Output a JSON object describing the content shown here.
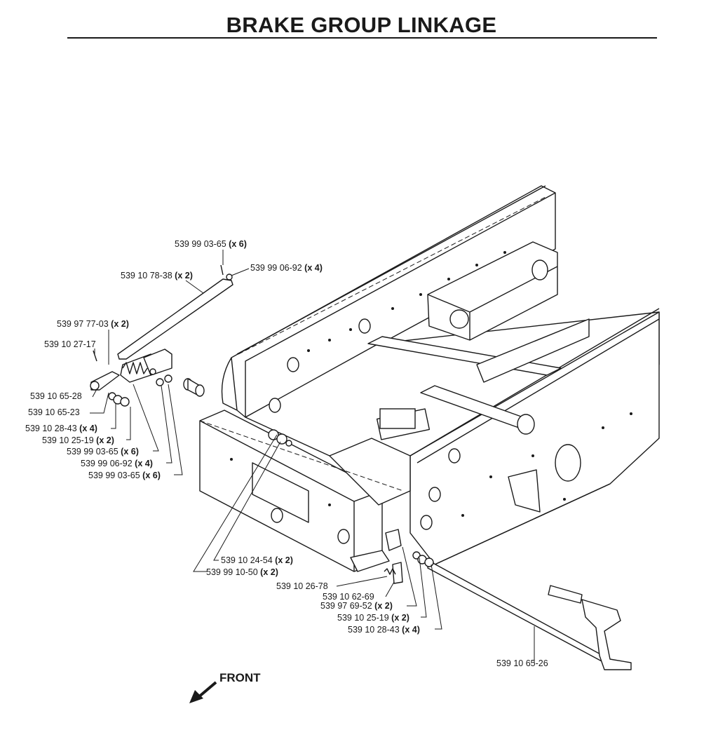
{
  "title": "BRAKE GROUP LINKAGE",
  "direction_label": "FRONT",
  "callouts": [
    {
      "id": "c1",
      "part": "539 99 03-65",
      "qty": "(x 6)"
    },
    {
      "id": "c2",
      "part": "539 99 06-92",
      "qty": "(x 4)"
    },
    {
      "id": "c3",
      "part": "539 10 78-38",
      "qty": "(x 2)"
    },
    {
      "id": "c4",
      "part": "539 97 77-03",
      "qty": "(x 2)"
    },
    {
      "id": "c5",
      "part": "539 10 27-17",
      "qty": ""
    },
    {
      "id": "c6",
      "part": "539 10 65-28",
      "qty": ""
    },
    {
      "id": "c7",
      "part": "539 10 65-23",
      "qty": ""
    },
    {
      "id": "c8",
      "part": "539 10 28-43",
      "qty": "(x 4)"
    },
    {
      "id": "c9",
      "part": "539 10 25-19",
      "qty": "(x 2)"
    },
    {
      "id": "c10",
      "part": "539 99 03-65",
      "qty": "(x 6)"
    },
    {
      "id": "c11",
      "part": "539 99 06-92",
      "qty": "(x 4)"
    },
    {
      "id": "c12",
      "part": "539 99 03-65",
      "qty": "(x 6)"
    },
    {
      "id": "c13",
      "part": "539 10 24-54",
      "qty": "(x 2)"
    },
    {
      "id": "c14",
      "part": "539 99 10-50",
      "qty": "(x 2)"
    },
    {
      "id": "c15",
      "part": "539 10 26-78",
      "qty": ""
    },
    {
      "id": "c16",
      "part": "539 10 62-69",
      "qty": ""
    },
    {
      "id": "c17",
      "part": "539 97 69-52",
      "qty": "(x 2)"
    },
    {
      "id": "c18",
      "part": "539 10 25-19",
      "qty": "(x 2)"
    },
    {
      "id": "c19",
      "part": "539 10 28-43",
      "qty": "(x 4)"
    },
    {
      "id": "c20",
      "part": "539 10 65-26",
      "qty": ""
    }
  ]
}
